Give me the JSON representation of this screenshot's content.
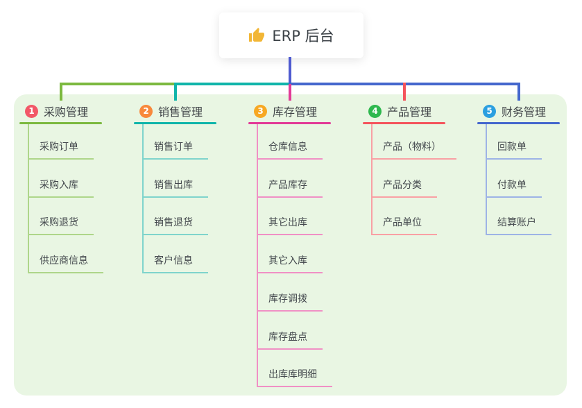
{
  "root": {
    "title": "ERP 后台",
    "icon": "thumbs-up"
  },
  "colors": {
    "panel_bg": "#e9f6e3",
    "stem": "#4f5bd0",
    "canvas_bg": "#ffffff"
  },
  "branches": [
    {
      "num": "1",
      "label": "采购管理",
      "badge_color": "#f25767",
      "line_color": "#7cb93f",
      "child_line_color": "#aed68a",
      "children": [
        "采购订单",
        "采购入库",
        "采购退货",
        "供应商信息"
      ]
    },
    {
      "num": "2",
      "label": "销售管理",
      "badge_color": "#f8883b",
      "line_color": "#10b5aa",
      "child_line_color": "#7fd4cc",
      "children": [
        "销售订单",
        "销售出库",
        "销售退货",
        "客户信息"
      ]
    },
    {
      "num": "3",
      "label": "库存管理",
      "badge_color": "#f7a823",
      "line_color": "#e23a97",
      "child_line_color": "#f090c5",
      "children": [
        "仓库信息",
        "产品库存",
        "其它出库",
        "其它入库",
        "库存调拨",
        "库存盘点",
        "出库库明细"
      ]
    },
    {
      "num": "4",
      "label": "产品管理",
      "badge_color": "#2eb84e",
      "line_color": "#f4545c",
      "child_line_color": "#f9a0a4",
      "children": [
        "产品（物料）",
        "产品分类",
        "产品单位"
      ]
    },
    {
      "num": "5",
      "label": "财务管理",
      "badge_color": "#2b9fe0",
      "line_color": "#4467cd",
      "child_line_color": "#9db3e6",
      "children": [
        "回款单",
        "付款单",
        "结算账户"
      ]
    }
  ]
}
